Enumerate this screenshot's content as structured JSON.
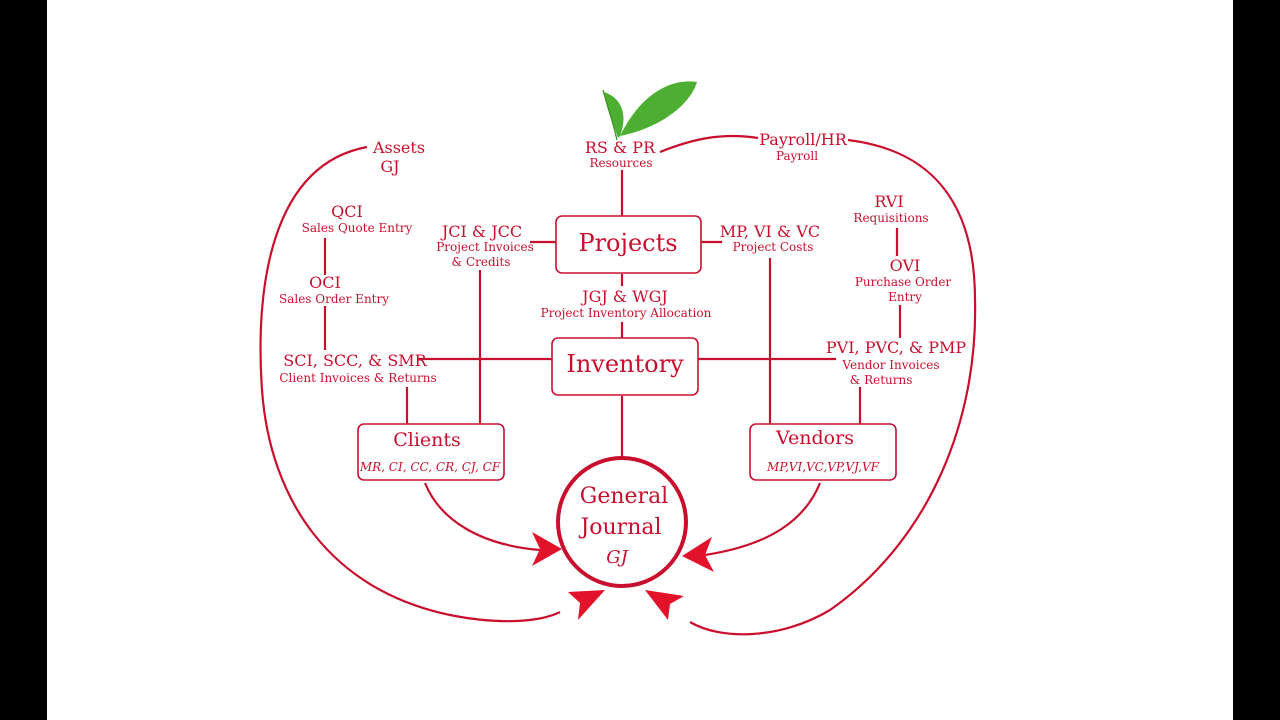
{
  "colors": {
    "primary": "#c8102e",
    "arrow": "#e3122b",
    "leaf": "#4caf32",
    "background": "#ffffff",
    "letterbox": "#000000"
  },
  "leaf_icon": "leaf-icon",
  "nodes": {
    "assets": {
      "title": "Assets",
      "sub": "GJ"
    },
    "rs_pr": {
      "title": "RS & PR",
      "sub": "Resources"
    },
    "payroll": {
      "title": "Payroll/HR",
      "sub": "Payroll"
    },
    "qci": {
      "title": "QCI",
      "sub": "Sales Quote Entry"
    },
    "oci": {
      "title": "OCI",
      "sub": "Sales Order Entry"
    },
    "sci": {
      "title": "SCI, SCC, & SMR",
      "sub": "Client Invoices & Returns"
    },
    "jci": {
      "title": "JCI & JCC",
      "sub1": "Project Invoices",
      "sub2": "& Credits"
    },
    "projects": {
      "title": "Projects"
    },
    "mp_vi": {
      "title": "MP, VI & VC",
      "sub": "Project Costs"
    },
    "jgj": {
      "title": "JGJ & WGJ",
      "sub": "Project Inventory Allocation"
    },
    "inventory": {
      "title": "Inventory"
    },
    "rvi": {
      "title": "RVI",
      "sub": "Requisitions"
    },
    "ovi": {
      "title": "OVI",
      "sub1": "Purchase Order",
      "sub2": "Entry"
    },
    "pvi": {
      "title": "PVI, PVC, & PMP",
      "sub1": "Vendor Invoices",
      "sub2": "& Returns"
    },
    "clients": {
      "title": "Clients",
      "codes": "MR, CI, CC, CR, CJ, CF"
    },
    "vendors": {
      "title": "Vendors",
      "codes": "MP,VI,VC,VP,VJ,VF"
    },
    "general_journal": {
      "line1": "General",
      "line2": "Journal",
      "sub": "GJ"
    }
  }
}
